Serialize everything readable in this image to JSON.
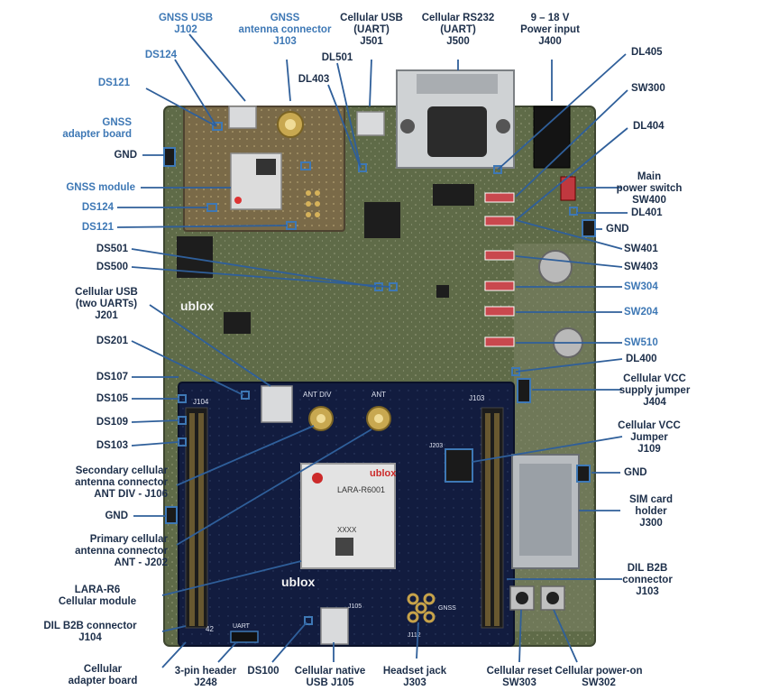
{
  "colors": {
    "label_dark": "#1d2f4a",
    "label_blue": "#3e78b5",
    "marker": "#2f5f9a",
    "board_green": "#5f6b48",
    "adapter_blue": "#121c3f",
    "gnss_board": "#7a6a48"
  },
  "labels": [
    {
      "id": "gnss-usb",
      "lines": [
        "GNSS USB",
        "J102"
      ],
      "tone": "blue"
    },
    {
      "id": "gnss-antenna",
      "lines": [
        "GNSS",
        "antenna connector",
        "J103"
      ],
      "tone": "blue"
    },
    {
      "id": "cellular-usb-uart",
      "lines": [
        "Cellular USB",
        "(UART)",
        "J501"
      ],
      "tone": "dark"
    },
    {
      "id": "cellular-rs232",
      "lines": [
        "Cellular RS232",
        "(UART)",
        "J500"
      ],
      "tone": "dark"
    },
    {
      "id": "power-input",
      "lines": [
        "9 – 18 V",
        "Power input",
        "J400"
      ],
      "tone": "dark"
    },
    {
      "id": "ds124-top",
      "lines": [
        "DS124"
      ],
      "tone": "blue"
    },
    {
      "id": "ds121-top",
      "lines": [
        "DS121"
      ],
      "tone": "blue"
    },
    {
      "id": "dl501",
      "lines": [
        "DL501"
      ],
      "tone": "dark"
    },
    {
      "id": "dl403",
      "lines": [
        "DL403"
      ],
      "tone": "dark"
    },
    {
      "id": "dl405",
      "lines": [
        "DL405"
      ],
      "tone": "dark"
    },
    {
      "id": "sw300",
      "lines": [
        "SW300"
      ],
      "tone": "dark"
    },
    {
      "id": "dl404",
      "lines": [
        "DL404"
      ],
      "tone": "dark"
    },
    {
      "id": "gnss-adapter",
      "lines": [
        "GNSS",
        "adapter board"
      ],
      "tone": "blue"
    },
    {
      "id": "gnd-1",
      "lines": [
        "GND"
      ],
      "tone": "dark"
    },
    {
      "id": "gnss-module",
      "lines": [
        "GNSS module"
      ],
      "tone": "blue"
    },
    {
      "id": "ds124-mid",
      "lines": [
        "DS124"
      ],
      "tone": "blue"
    },
    {
      "id": "ds121-mid",
      "lines": [
        "DS121"
      ],
      "tone": "blue"
    },
    {
      "id": "main-power-switch",
      "lines": [
        "Main",
        "power switch",
        "SW400"
      ],
      "tone": "dark"
    },
    {
      "id": "dl401",
      "lines": [
        "DL401"
      ],
      "tone": "dark"
    },
    {
      "id": "gnd-2",
      "lines": [
        "GND"
      ],
      "tone": "dark"
    },
    {
      "id": "sw401",
      "lines": [
        "SW401"
      ],
      "tone": "dark"
    },
    {
      "id": "sw403",
      "lines": [
        "SW403"
      ],
      "tone": "dark"
    },
    {
      "id": "ds501",
      "lines": [
        "DS501"
      ],
      "tone": "dark"
    },
    {
      "id": "ds500",
      "lines": [
        "DS500"
      ],
      "tone": "dark"
    },
    {
      "id": "sw304",
      "lines": [
        "SW304"
      ],
      "tone": "blue"
    },
    {
      "id": "sw204",
      "lines": [
        "SW204"
      ],
      "tone": "blue"
    },
    {
      "id": "sw510",
      "lines": [
        "SW510"
      ],
      "tone": "blue"
    },
    {
      "id": "cellular-usb-two",
      "lines": [
        "Cellular USB",
        "(two UARTs)",
        "J201"
      ],
      "tone": "dark"
    },
    {
      "id": "ds201",
      "lines": [
        "DS201"
      ],
      "tone": "dark"
    },
    {
      "id": "dl400",
      "lines": [
        "DL400"
      ],
      "tone": "dark"
    },
    {
      "id": "ds107",
      "lines": [
        "DS107"
      ],
      "tone": "dark"
    },
    {
      "id": "cell-vcc-supply",
      "lines": [
        "Cellular VCC",
        "supply jumper",
        "J404"
      ],
      "tone": "dark"
    },
    {
      "id": "ds105",
      "lines": [
        "DS105"
      ],
      "tone": "dark"
    },
    {
      "id": "ds109",
      "lines": [
        "DS109"
      ],
      "tone": "dark"
    },
    {
      "id": "cell-vcc-jumper",
      "lines": [
        "Cellular VCC",
        "Jumper",
        "J109"
      ],
      "tone": "dark"
    },
    {
      "id": "ds103",
      "lines": [
        "DS103"
      ],
      "tone": "dark"
    },
    {
      "id": "secondary-antenna",
      "lines": [
        "Secondary cellular",
        "antenna connector",
        "ANT DIV - J106"
      ],
      "tone": "dark"
    },
    {
      "id": "gnd-3",
      "lines": [
        "GND"
      ],
      "tone": "dark"
    },
    {
      "id": "gnd-4",
      "lines": [
        "GND"
      ],
      "tone": "dark"
    },
    {
      "id": "sim-holder",
      "lines": [
        "SIM card",
        "holder",
        "J300"
      ],
      "tone": "dark"
    },
    {
      "id": "primary-antenna",
      "lines": [
        "Primary cellular",
        "antenna connector",
        "ANT - J202"
      ],
      "tone": "dark"
    },
    {
      "id": "lara-module",
      "lines": [
        "LARA-R6",
        "Cellular module"
      ],
      "tone": "dark"
    },
    {
      "id": "dil-b2b-j103",
      "lines": [
        "DIL B2B",
        "connector",
        "J103"
      ],
      "tone": "dark"
    },
    {
      "id": "dil-b2b-j104",
      "lines": [
        "DIL B2B connector",
        "J104"
      ],
      "tone": "dark"
    },
    {
      "id": "cellular-adapter",
      "lines": [
        "Cellular",
        "adapter board"
      ],
      "tone": "dark"
    },
    {
      "id": "header-j248",
      "lines": [
        "3-pin header",
        "J248"
      ],
      "tone": "dark"
    },
    {
      "id": "ds100",
      "lines": [
        "DS100"
      ],
      "tone": "dark"
    },
    {
      "id": "native-usb",
      "lines": [
        "Cellular native",
        "USB J105"
      ],
      "tone": "dark"
    },
    {
      "id": "headset-jack",
      "lines": [
        "Headset jack",
        "J303"
      ],
      "tone": "dark"
    },
    {
      "id": "cell-reset",
      "lines": [
        "Cellular reset",
        "SW303"
      ],
      "tone": "dark"
    },
    {
      "id": "cell-power-on",
      "lines": [
        "Cellular power-on",
        "SW302"
      ],
      "tone": "dark"
    }
  ],
  "board_text": {
    "module_brand": "ublox",
    "module_name": "LARA-R6001",
    "module_code": "XXXX",
    "ant_div": "ANT DIV",
    "ant": "ANT",
    "conn_j104": "J104",
    "conn_j103": "J103",
    "pin_42": "42",
    "gnss_silk": "GNSS",
    "j112": "J112",
    "j105": "J105",
    "j203": "J203",
    "uart": "UART",
    "brand_left": "ublox",
    "brand_bottom": "ublox"
  }
}
